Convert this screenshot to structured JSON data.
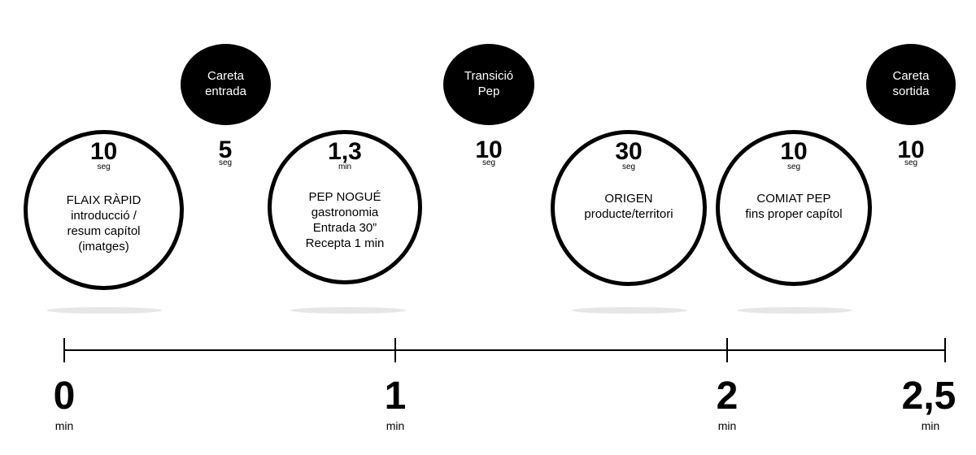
{
  "segments": [
    {
      "value": "10",
      "unit": "seg",
      "lines": [
        "FLAIX RÀPID",
        "introducció /",
        "resum capítol",
        "(imatges)"
      ],
      "style": "large"
    },
    {
      "value": "5",
      "unit": "seg",
      "lines": [
        "Careta",
        "entrada"
      ],
      "style": "small"
    },
    {
      "value": "1,3",
      "unit": "min",
      "lines": [
        "PEP NOGUÉ",
        "gastronomia",
        "Entrada 30”",
        "Recepta 1 min"
      ],
      "style": "large"
    },
    {
      "value": "10",
      "unit": "seg",
      "lines": [
        "Transició",
        "Pep"
      ],
      "style": "small"
    },
    {
      "value": "30",
      "unit": "seg",
      "lines": [
        "ORIGEN",
        "producte/territori"
      ],
      "style": "large"
    },
    {
      "value": "10",
      "unit": "seg",
      "lines": [
        "COMIAT PEP",
        "fins proper capítol"
      ],
      "style": "large"
    },
    {
      "value": "10",
      "unit": "seg",
      "lines": [
        "Careta",
        "sortida"
      ],
      "style": "small"
    }
  ],
  "timeline": {
    "ticks": [
      {
        "label": "0",
        "unit": "min",
        "value": 0
      },
      {
        "label": "1",
        "unit": "min",
        "value": 1
      },
      {
        "label": "2",
        "unit": "min",
        "value": 2
      },
      {
        "label": "2,5",
        "unit": "min",
        "value": 2.5
      }
    ]
  }
}
